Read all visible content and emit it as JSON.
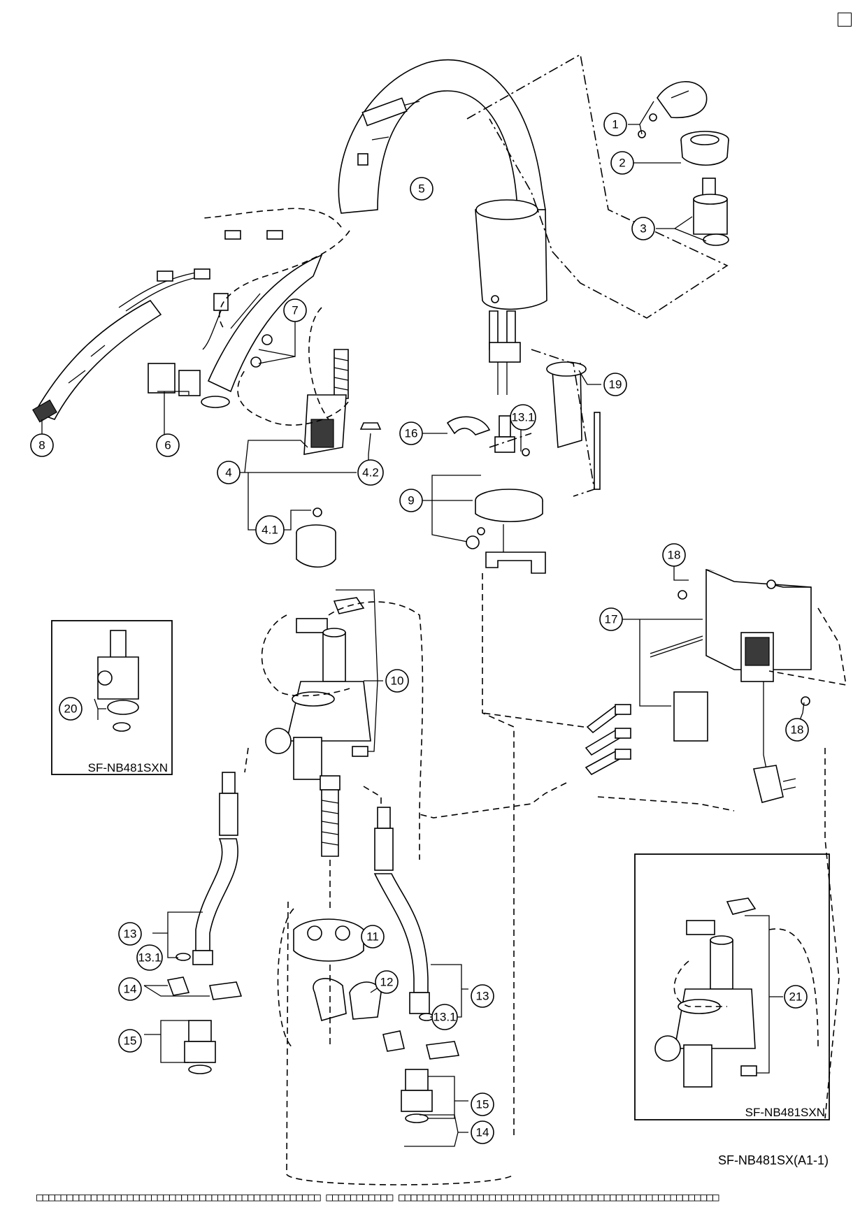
{
  "model_code": "SF-NB481SX(A1-1)",
  "inset_left_label": "SF-NB481SXN",
  "inset_right_label": "SF-NB481SXN",
  "footer_text": "□□□□□□□□□□□□□□□□□□□□□□□□□□□□□□□□□□□□□□□□□□□□□□□ □□□□□□□□□□□ □□□□□□□□□□□□□□□□□□□□□□□□□□□□□□□□□□□□□□□□□□□□□□□□□□□□□",
  "callouts": {
    "c1": "1",
    "c2": "2",
    "c3": "3",
    "c4": "4",
    "c4_1": "4.1",
    "c4_2": "4.2",
    "c5": "5",
    "c6": "6",
    "c7": "7",
    "c8": "8",
    "c9": "9",
    "c10": "10",
    "c11": "11",
    "c12": "12",
    "c13a": "13",
    "c13b": "13",
    "c13_1a": "13.1",
    "c13_1b": "13.1",
    "c13_1c": "13.1",
    "c14a": "14",
    "c14b": "14",
    "c15a": "15",
    "c15b": "15",
    "c16": "16",
    "c17": "17",
    "c18a": "18",
    "c18b": "18",
    "c19": "19",
    "c20": "20",
    "c21": "21"
  }
}
